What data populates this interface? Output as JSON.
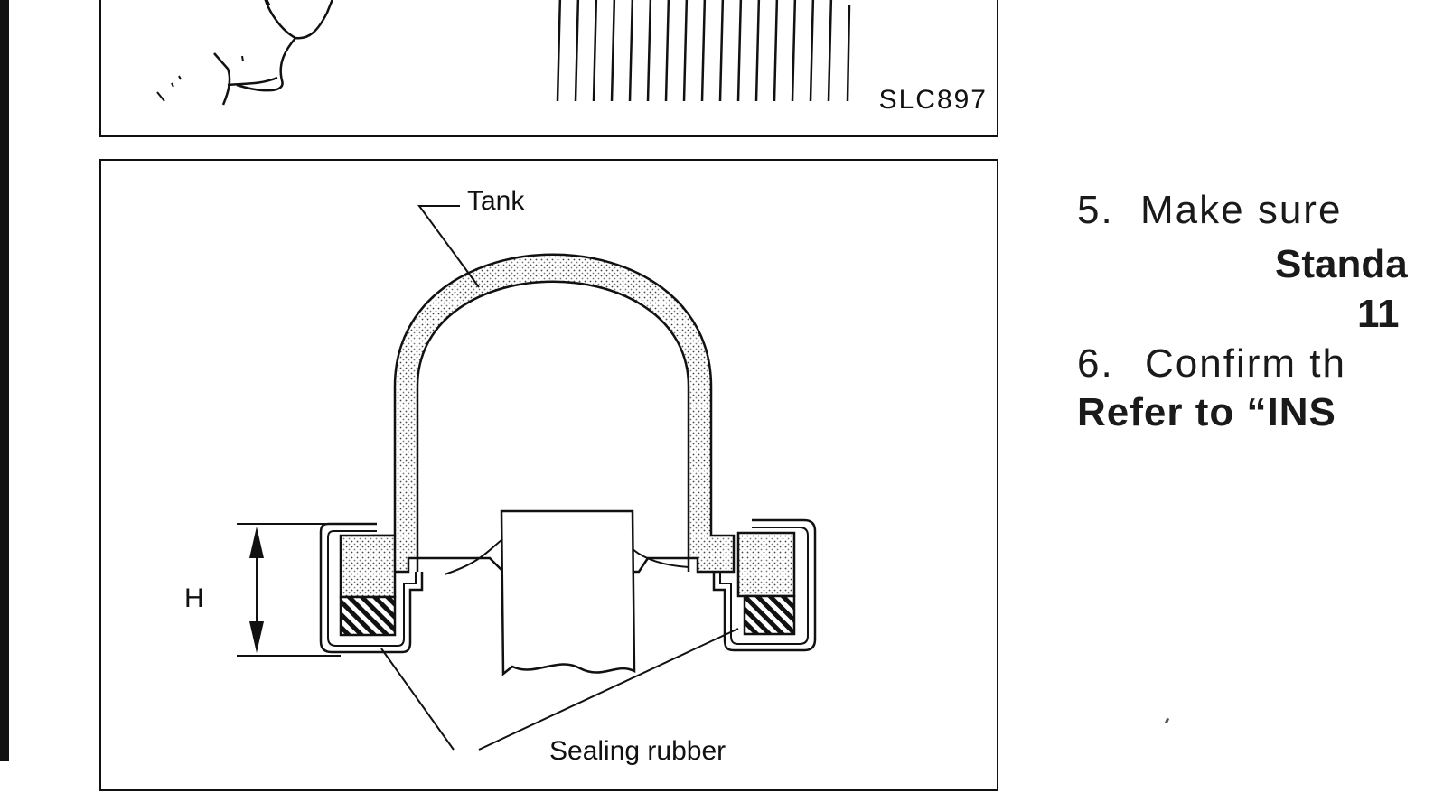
{
  "figure_top": {
    "code": "SLC897"
  },
  "figure_main": {
    "labels": {
      "tank": "Tank",
      "h": "H",
      "sealing_rubber": "Sealing rubber"
    }
  },
  "text": {
    "step5_number": "5.",
    "step5_text": "Make sure",
    "standard": "Standa",
    "value": "11",
    "step6_number": "6.",
    "step6_text": "Confirm th",
    "refer": "Refer to “INS"
  }
}
